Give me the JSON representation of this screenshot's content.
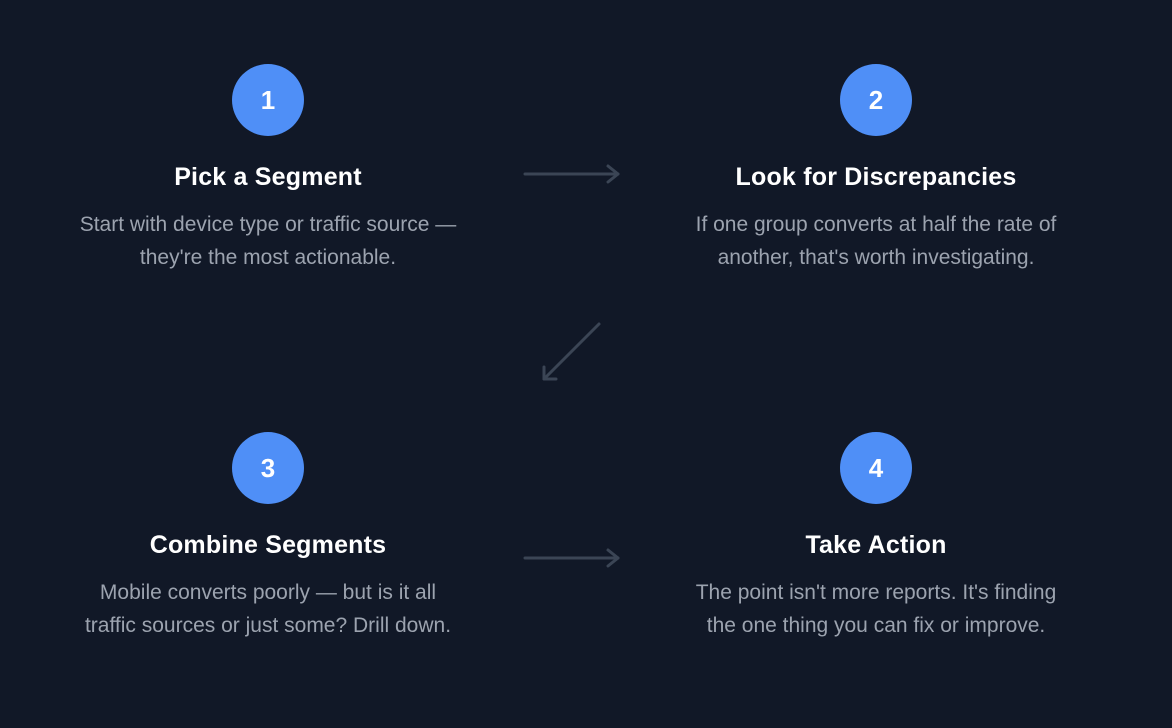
{
  "steps": [
    {
      "number": "1",
      "title": "Pick a Segment",
      "description": "Start with device type or traffic source — they're the most actionable."
    },
    {
      "number": "2",
      "title": "Look for Discrepancies",
      "description": "If one group converts at half the rate of another, that's worth investigating."
    },
    {
      "number": "3",
      "title": "Combine Segments",
      "description": "Mobile converts poorly — but is it all traffic sources or just some? Drill down."
    },
    {
      "number": "4",
      "title": "Take Action",
      "description": "The point isn't more reports. It's finding the one thing you can fix or improve."
    }
  ],
  "colors": {
    "background": "#111827",
    "badge": "#4f8ff7",
    "title": "#ffffff",
    "description": "#9ca3af",
    "arrow": "#374151"
  }
}
